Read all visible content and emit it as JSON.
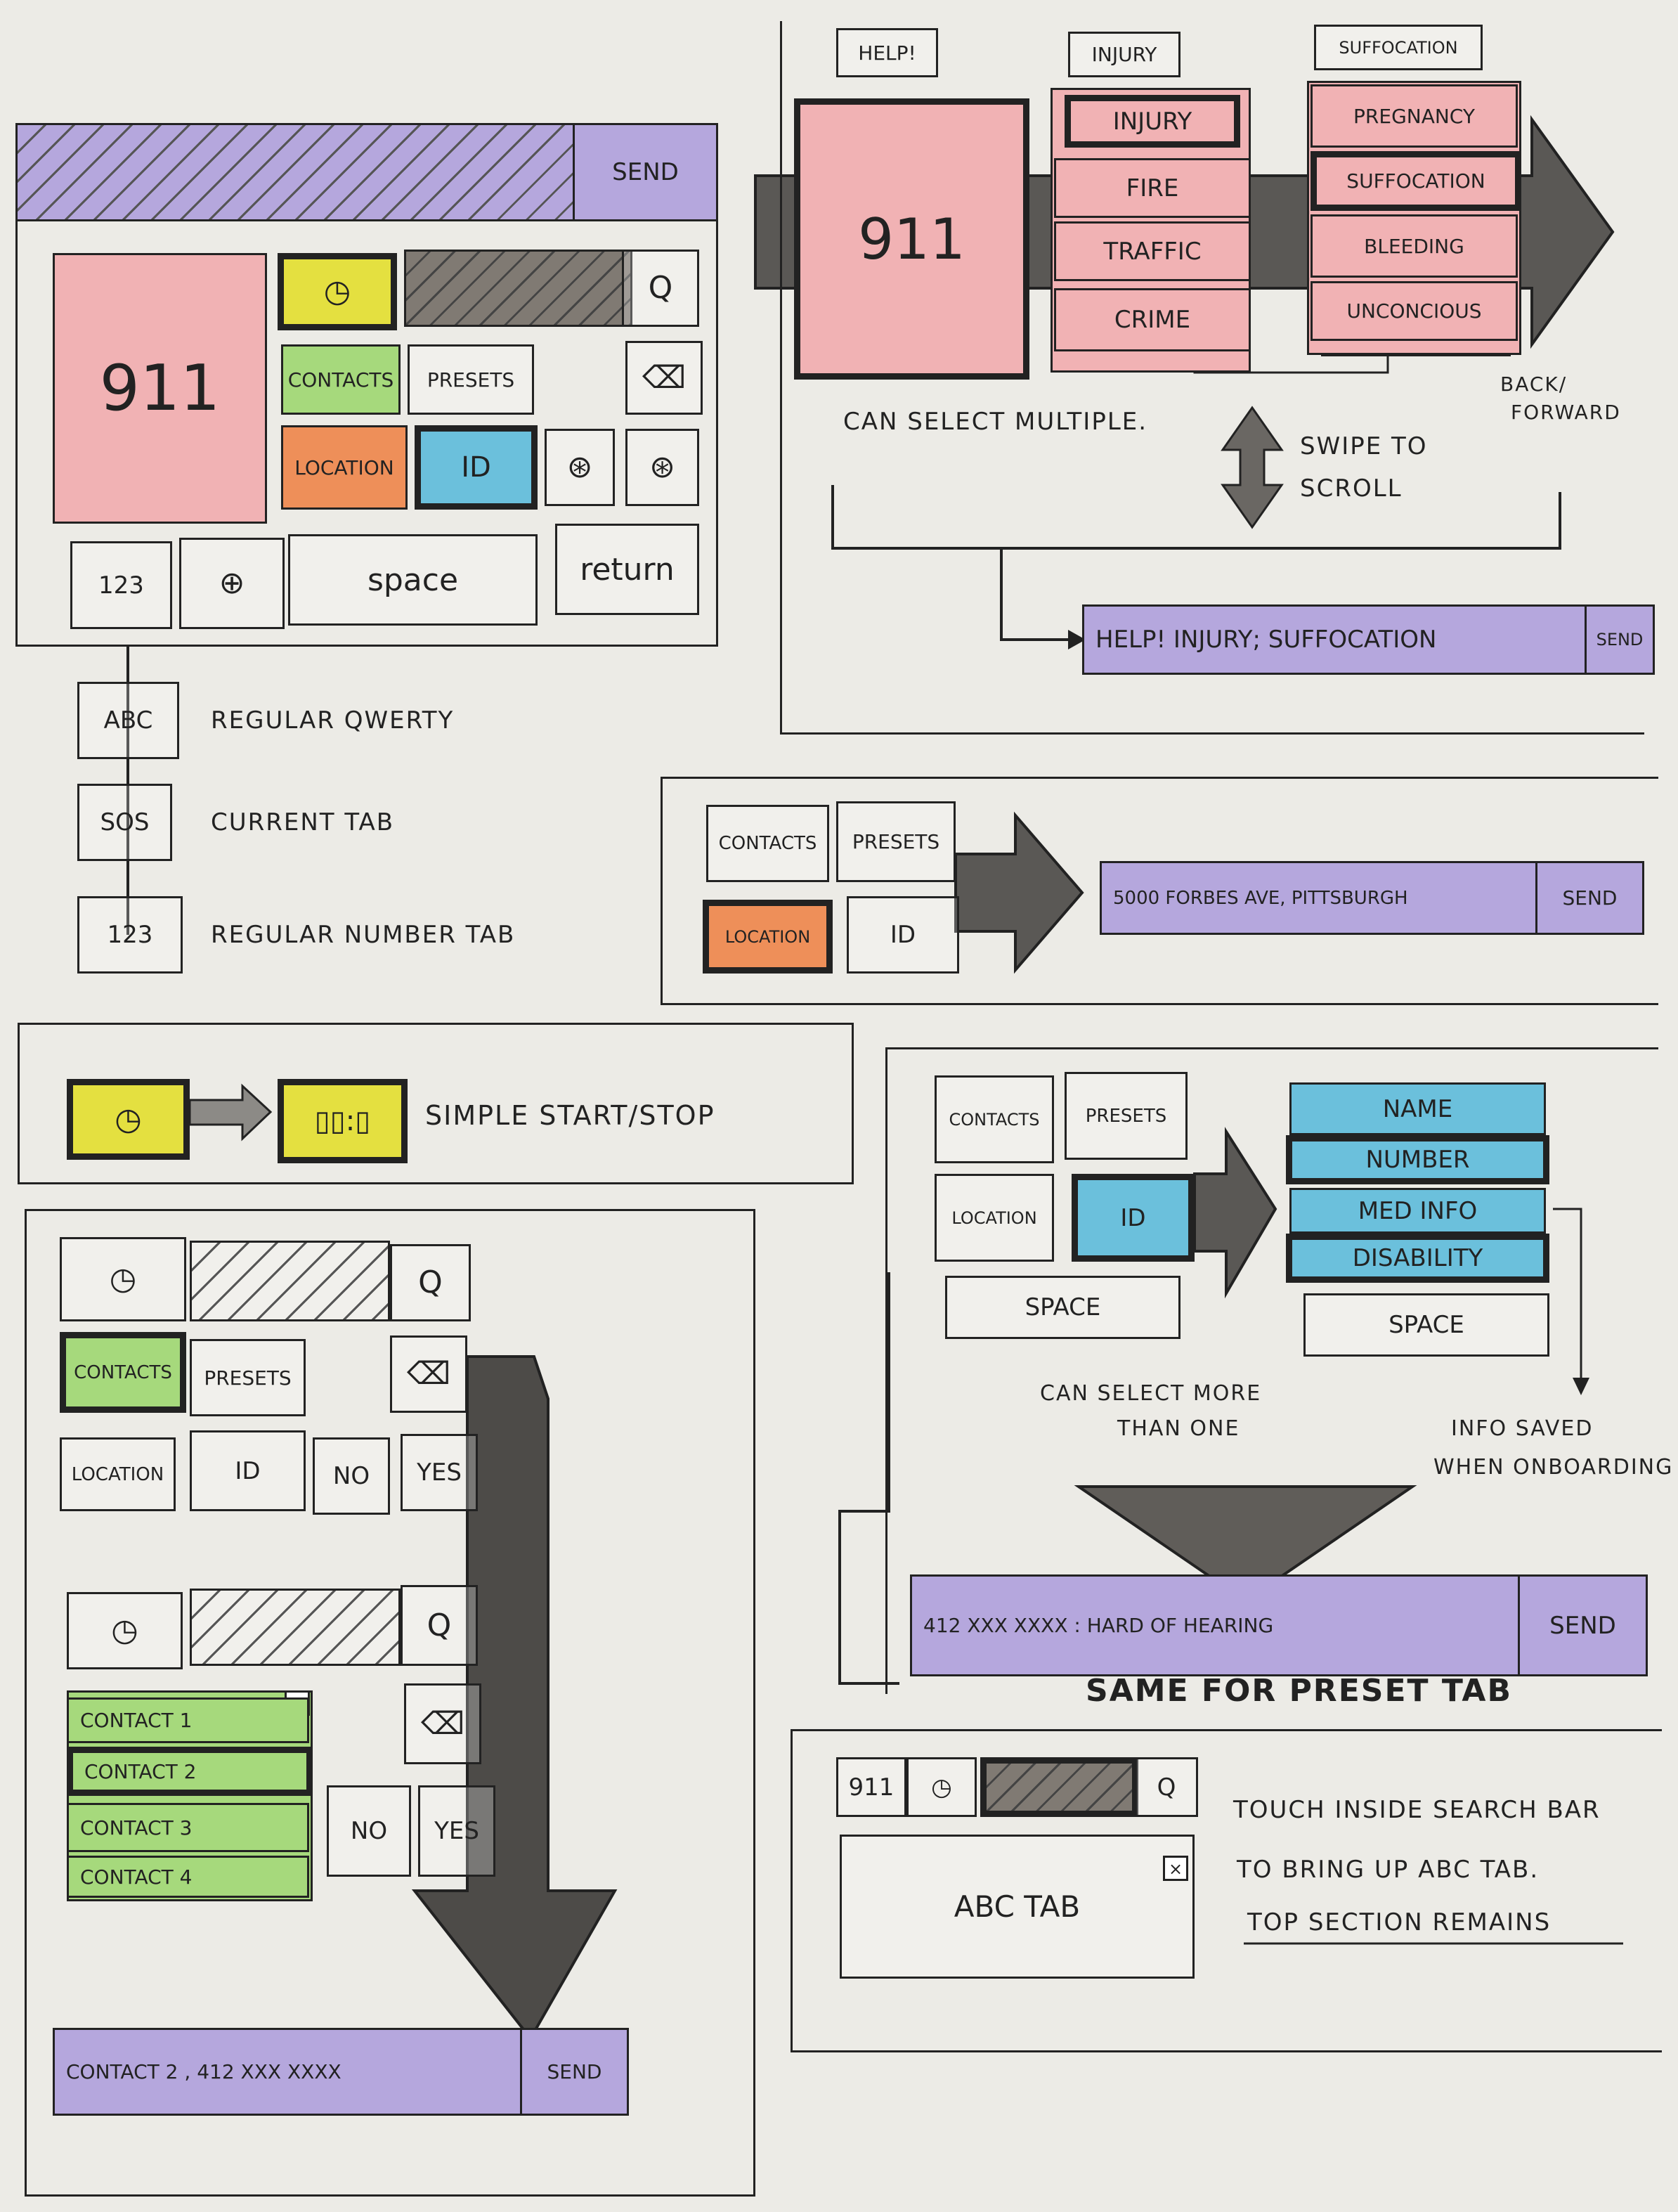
{
  "kb1": {
    "send": "SEND",
    "nine11": "911",
    "contacts": "CONTACTS",
    "presets": "PRESETS",
    "location": "LOCATION",
    "id": "ID",
    "num": "123",
    "space": "space",
    "return": "return"
  },
  "tabs": [
    {
      "label": "ABC",
      "desc": "REGULAR QWERTY"
    },
    {
      "label": "SOS",
      "desc": "CURRENT TAB"
    },
    {
      "label": "123",
      "desc": "REGULAR NUMBER TAB"
    }
  ],
  "help": {
    "heading_help": "HELP!",
    "heading_injury": "INJURY",
    "heading_suffocation": "SUFFOCATION",
    "nine11": "911",
    "injury_items": [
      "INJURY",
      "FIRE",
      "TRAFFIC",
      "CRIME"
    ],
    "suffocation_items": [
      "PREGNANCY",
      "SUFFOCATION",
      "BLEEDING",
      "UNCONCIOUS"
    ],
    "note_select": "CAN SELECT MULTIPLE.",
    "note_swipe_1": "SWIPE TO",
    "note_swipe_2": "SCROLL",
    "note_back_1": "BACK/",
    "note_back_2": "FORWARD",
    "message": "HELP! INJURY; SUFFOCATION",
    "send": "SEND"
  },
  "loc": {
    "contacts": "CONTACTS",
    "presets": "PRESETS",
    "location": "LOCATION",
    "id": "ID",
    "message": "5000 FORBES AVE, PITTSBURGH",
    "send": "SEND"
  },
  "timer": {
    "note": "SIMPLE START/STOP"
  },
  "contacts_flow": {
    "contacts": "CONTACTS",
    "presets": "PRESETS",
    "location": "LOCATION",
    "id": "ID",
    "no": "NO",
    "yes": "YES",
    "list": [
      "CONTACT 1",
      "CONTACT 2",
      "CONTACT 3",
      "CONTACT 4"
    ],
    "message": "CONTACT 2 , 412 XXX XXXX",
    "send": "SEND"
  },
  "id_flow": {
    "contacts": "CONTACTS",
    "presets": "PRESETS",
    "location": "LOCATION",
    "id": "ID",
    "space": "SPACE",
    "list": [
      "NAME",
      "NUMBER",
      "MED INFO",
      "DISABILITY"
    ],
    "note_more_1": "CAN SELECT MORE",
    "note_more_2": "THAN ONE",
    "note_info_1": "INFO SAVED",
    "note_info_2": "WHEN ONBOARDING",
    "message": "412 XXX XXXX : HARD OF HEARING",
    "send": "SEND",
    "caption": "SAME FOR PRESET TAB"
  },
  "abc_flow": {
    "nine11": "911",
    "abc": "ABC TAB",
    "note_1": "TOUCH INSIDE SEARCH BAR",
    "note_2": "TO BRING UP ABC TAB.",
    "note_3": "TOP SECTION REMAINS"
  },
  "colors": {
    "pink": "#f1b2b4",
    "purple": "#b5a7dd",
    "yellow": "#e4e040",
    "green": "#a6d97c",
    "orange": "#ee8f59",
    "blue": "#6bc0dc",
    "gray": "#8f8b86"
  }
}
